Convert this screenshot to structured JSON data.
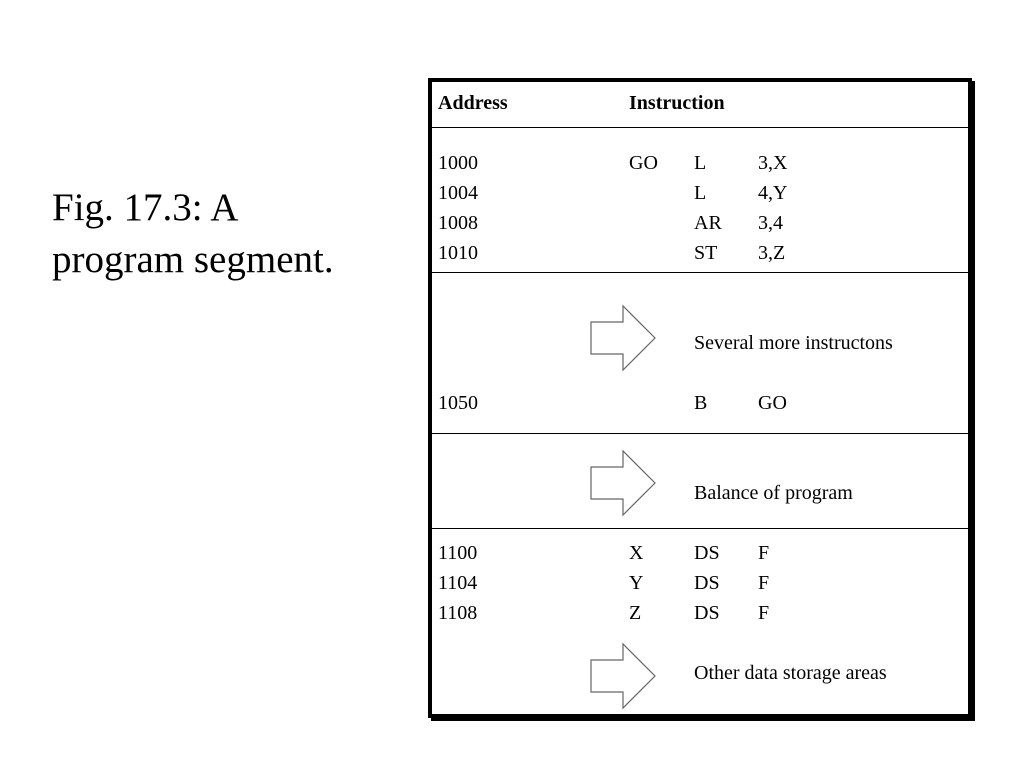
{
  "slide": {
    "title_line1": "Fig. 17.3: A",
    "title_line2": "program segment."
  },
  "table": {
    "headers": {
      "address": "Address",
      "instruction": "Instruction"
    },
    "section1": [
      {
        "address": "1000",
        "label": "GO",
        "op": "L",
        "operand": "3,X"
      },
      {
        "address": "1004",
        "label": "",
        "op": "L",
        "operand": "4,Y"
      },
      {
        "address": "1008",
        "label": "",
        "op": "AR",
        "operand": "3,4"
      },
      {
        "address": "1010",
        "label": "",
        "op": "ST",
        "operand": "3,Z"
      }
    ],
    "section2": {
      "note": "Several more instructons",
      "row": {
        "address": "1050",
        "label": "",
        "op": "B",
        "operand": "GO"
      }
    },
    "section3": {
      "note": "Balance of program"
    },
    "section4": {
      "rows": [
        {
          "address": "1100",
          "label": "X",
          "op": "DS",
          "operand": "F"
        },
        {
          "address": "1104",
          "label": "Y",
          "op": "DS",
          "operand": "F"
        },
        {
          "address": "1108",
          "label": "Z",
          "op": "DS",
          "operand": "F"
        }
      ],
      "note": "Other data storage areas"
    }
  }
}
